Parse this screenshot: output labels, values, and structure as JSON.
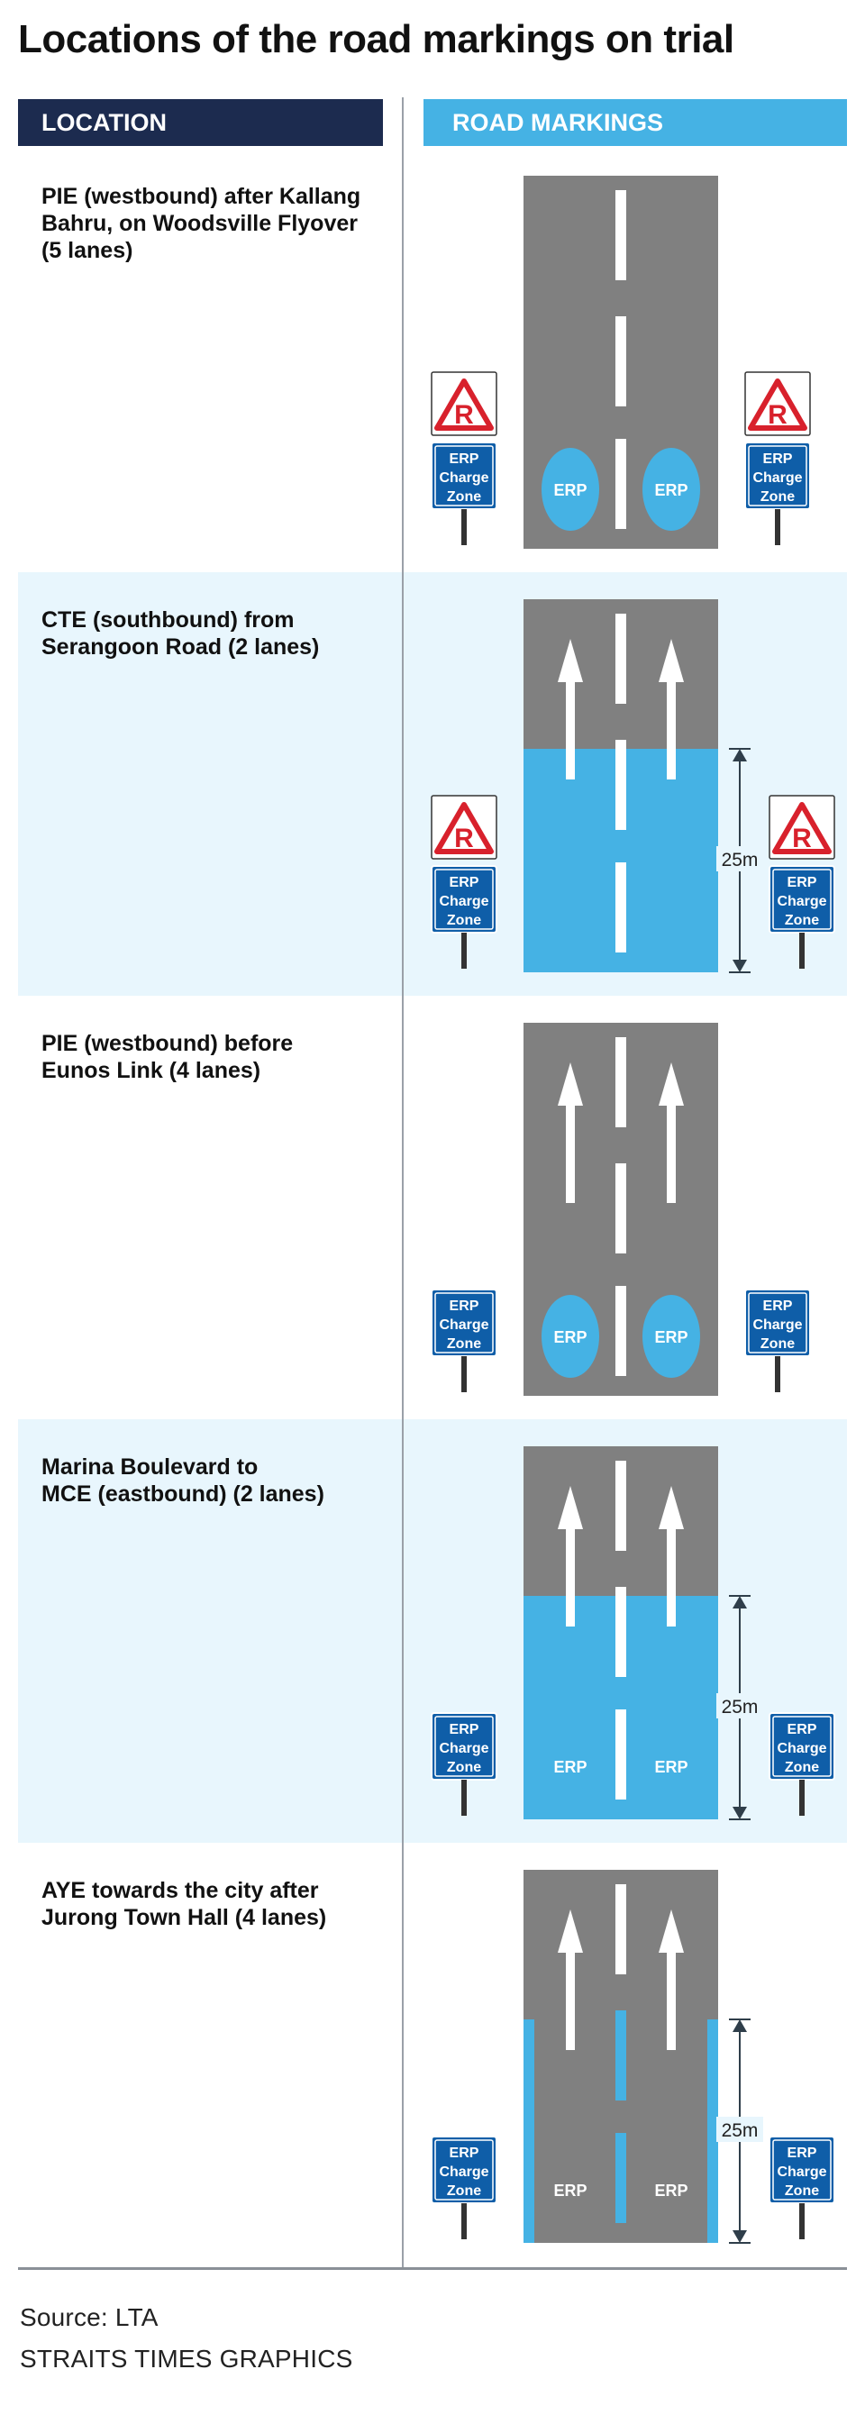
{
  "title": "Locations of the road markings on trial",
  "headers": {
    "location": "LOCATION",
    "markings": "ROAD MARKINGS"
  },
  "colors": {
    "road": "#808080",
    "erp_blue": "#45b2e4",
    "header_dark": "#1c2b4f",
    "sign_blue": "#0f5ea8",
    "sign_red": "#d8212c",
    "shade": "#e8f6fd",
    "dimension": "#2f3e4a"
  },
  "sign": {
    "line1": "ERP",
    "line2": "Charge",
    "line3": "Zone",
    "r_letter": "R"
  },
  "erp_label": "ERP",
  "dimension_label": "25m",
  "sections": [
    {
      "location": "PIE (westbound) after Kallang\nBahru, on Woodsville Flyover\n(5 lanes)",
      "variant": "circles-dashes",
      "arrows": false,
      "r_sign": true,
      "shaded": false
    },
    {
      "location": "CTE (southbound) from\nSerangoon Road (2 lanes)",
      "variant": "blue-block",
      "arrows": true,
      "r_sign": true,
      "shaded": true,
      "show_erp_text": false
    },
    {
      "location": "PIE (westbound) before\nEunos Link (4 lanes)",
      "variant": "circles-arrows",
      "arrows": true,
      "r_sign": false,
      "shaded": false
    },
    {
      "location": "Marina Boulevard to\nMCE (eastbound) (2 lanes)",
      "variant": "blue-block",
      "arrows": true,
      "r_sign": false,
      "shaded": true,
      "show_erp_text": true
    },
    {
      "location": "AYE towards the city after\nJurong Town Hall (4 lanes)",
      "variant": "blue-lines",
      "arrows": true,
      "r_sign": false,
      "shaded": false
    }
  ],
  "source": "Source: LTA",
  "credit": "STRAITS TIMES GRAPHICS"
}
